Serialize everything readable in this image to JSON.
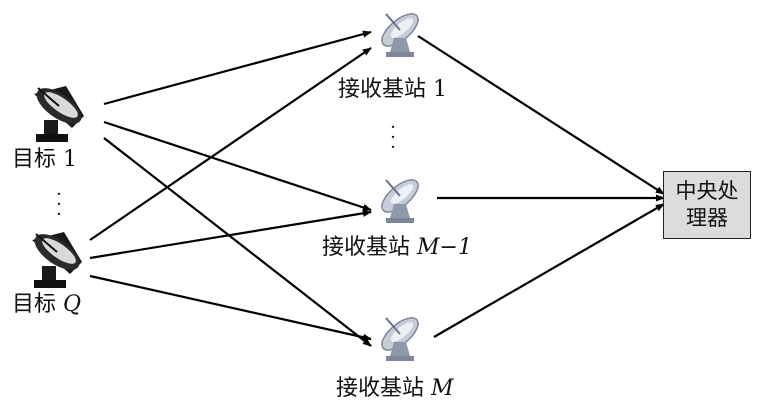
{
  "targets": [
    {
      "label": "目标",
      "index": "1",
      "index_italic": false
    },
    {
      "label": "目标",
      "index": "Q",
      "index_italic": true
    }
  ],
  "stations": [
    {
      "label": "接收基站",
      "index": "1",
      "index_italic": false
    },
    {
      "label": "接收基站",
      "index": "M−1",
      "index_italic": true
    },
    {
      "label": "接收基站",
      "index": "M",
      "index_italic": true
    }
  ],
  "processor": {
    "line1": "中央处",
    "line2": "理器"
  },
  "ellipsis": "⋮",
  "colors": {
    "arrow": "#000000",
    "processor_fill": "#dcdcdc",
    "dish": "#1a1a1a",
    "station_dish": "#8a93a8"
  },
  "icons": [
    "radar-dish-icon",
    "satellite-dish-icon"
  ]
}
